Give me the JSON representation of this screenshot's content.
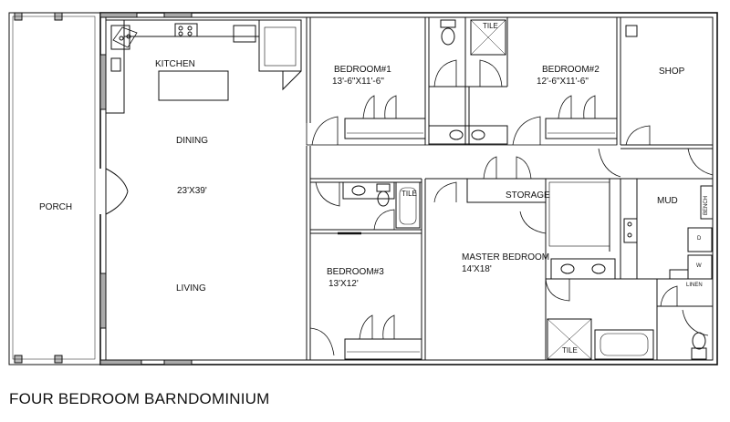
{
  "title": "FOUR BEDROOM BARNDOMINIUM",
  "rooms": {
    "porch": "PORCH",
    "kitchen": "KITCHEN",
    "dining": "DINING",
    "great_room_size": "23'X39'",
    "living": "LIVING",
    "bedroom1": "BEDROOM#1",
    "bedroom1_size": "13'-6\"X11'-6\"",
    "bedroom2": "BEDROOM#2",
    "bedroom2_size": "12'-6\"X11'-6\"",
    "shop": "SHOP",
    "storage": "STORAGE",
    "mud": "MUD",
    "bedroom3": "BEDROOM#3",
    "bedroom3_size": "13'X12'",
    "master": "MASTER BEDROOM",
    "master_size": "14'X18'"
  },
  "fixtures": {
    "tile": "TILE",
    "bench": "BENCH",
    "linen": "LINEN",
    "dryer": "D",
    "washer": "W"
  }
}
